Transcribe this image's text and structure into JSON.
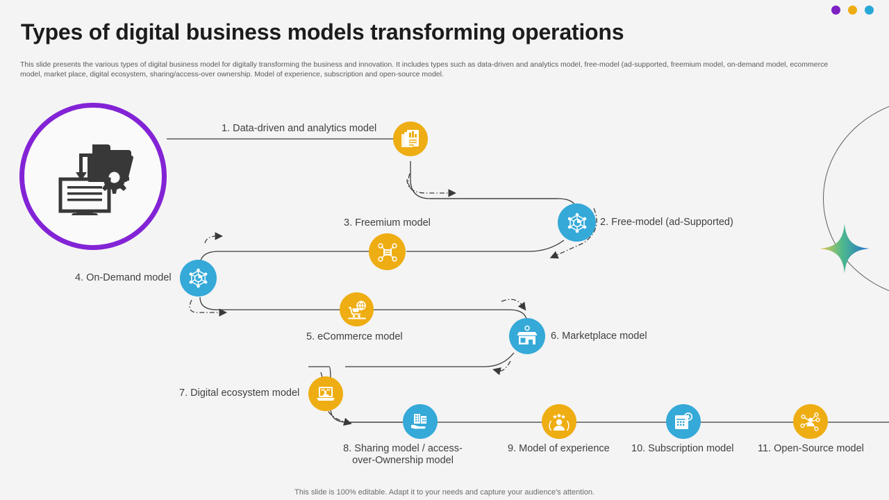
{
  "window": {
    "dots": [
      {
        "name": "dot-purple",
        "color": "#7d20c4"
      },
      {
        "name": "dot-gold",
        "color": "#eead12"
      },
      {
        "name": "dot-blue",
        "color": "#28a8d8"
      }
    ]
  },
  "header": {
    "title": "Types of digital business models transforming operations",
    "subtitle": "This slide presents the various types of digital business model for digitally transforming the business and innovation. It includes types such as data-driven and analytics model, free-model (ad-supported, freemium model, on-demand model, ecommerce model, market place, digital ecosystem, sharing/access-over ownership. Model of experience, subscription and open-source model."
  },
  "hub": {
    "icon": "folder-gear-monitor-icon",
    "ring_color": "#8323d6"
  },
  "colors": {
    "gold": "#eead12",
    "blue": "#35a9d8",
    "purple": "#8323d6",
    "line": "#3a3a3a"
  },
  "nodes": [
    {
      "index": "1",
      "label": "1. Data-driven and analytics model",
      "icon": "analytics-document-icon",
      "color": "#eead12",
      "label_lines": [
        "1. Data-driven and analytics model"
      ]
    },
    {
      "index": "2",
      "label": "2. Free-model (ad-Supported)",
      "icon": "hexagon-network-icon",
      "color": "#35a9d8",
      "label_lines": [
        "2. Free-model (ad-Supported)"
      ]
    },
    {
      "index": "3",
      "label": "3. Freemium model",
      "icon": "hub-network-icon",
      "color": "#eead12",
      "label_lines": [
        "3. Freemium model"
      ]
    },
    {
      "index": "4",
      "label": "4. On-Demand model",
      "icon": "hexagon-network-icon",
      "color": "#35a9d8",
      "label_lines": [
        "4. On-Demand model"
      ]
    },
    {
      "index": "5",
      "label": "5. eCommerce model",
      "icon": "shopping-cart-globe-icon",
      "color": "#eead12",
      "label_lines": [
        "5. eCommerce model"
      ]
    },
    {
      "index": "6",
      "label": "6. Marketplace model",
      "icon": "storefront-icon",
      "color": "#35a9d8",
      "label_lines": [
        "6. Marketplace  model"
      ]
    },
    {
      "index": "7",
      "label": "7. Digital ecosystem model",
      "icon": "laptop-hand-icon",
      "color": "#eead12",
      "label_lines": [
        "7. Digital ecosystem model"
      ]
    },
    {
      "index": "8",
      "label": "8. Sharing model / access-over-Ownership model",
      "icon": "building-hand-icon",
      "color": "#35a9d8",
      "label_lines": [
        "8. Sharing model / access-",
        "over-Ownership model"
      ]
    },
    {
      "index": "9",
      "label": "9. Model of experience",
      "icon": "person-stars-icon",
      "color": "#eead12",
      "label_lines": [
        "9. Model of experience"
      ]
    },
    {
      "index": "10",
      "label": "10. Subscription model",
      "icon": "calendar-clock-icon",
      "color": "#35a9d8",
      "label_lines": [
        "10. Subscription model"
      ]
    },
    {
      "index": "11",
      "label": "11. Open-Source model",
      "icon": "open-source-network-icon",
      "color": "#eead12",
      "label_lines": [
        "11. Open-Source model"
      ]
    }
  ],
  "footer": {
    "note": "This slide is 100% editable. Adapt it to your needs and capture your audience's attention."
  }
}
